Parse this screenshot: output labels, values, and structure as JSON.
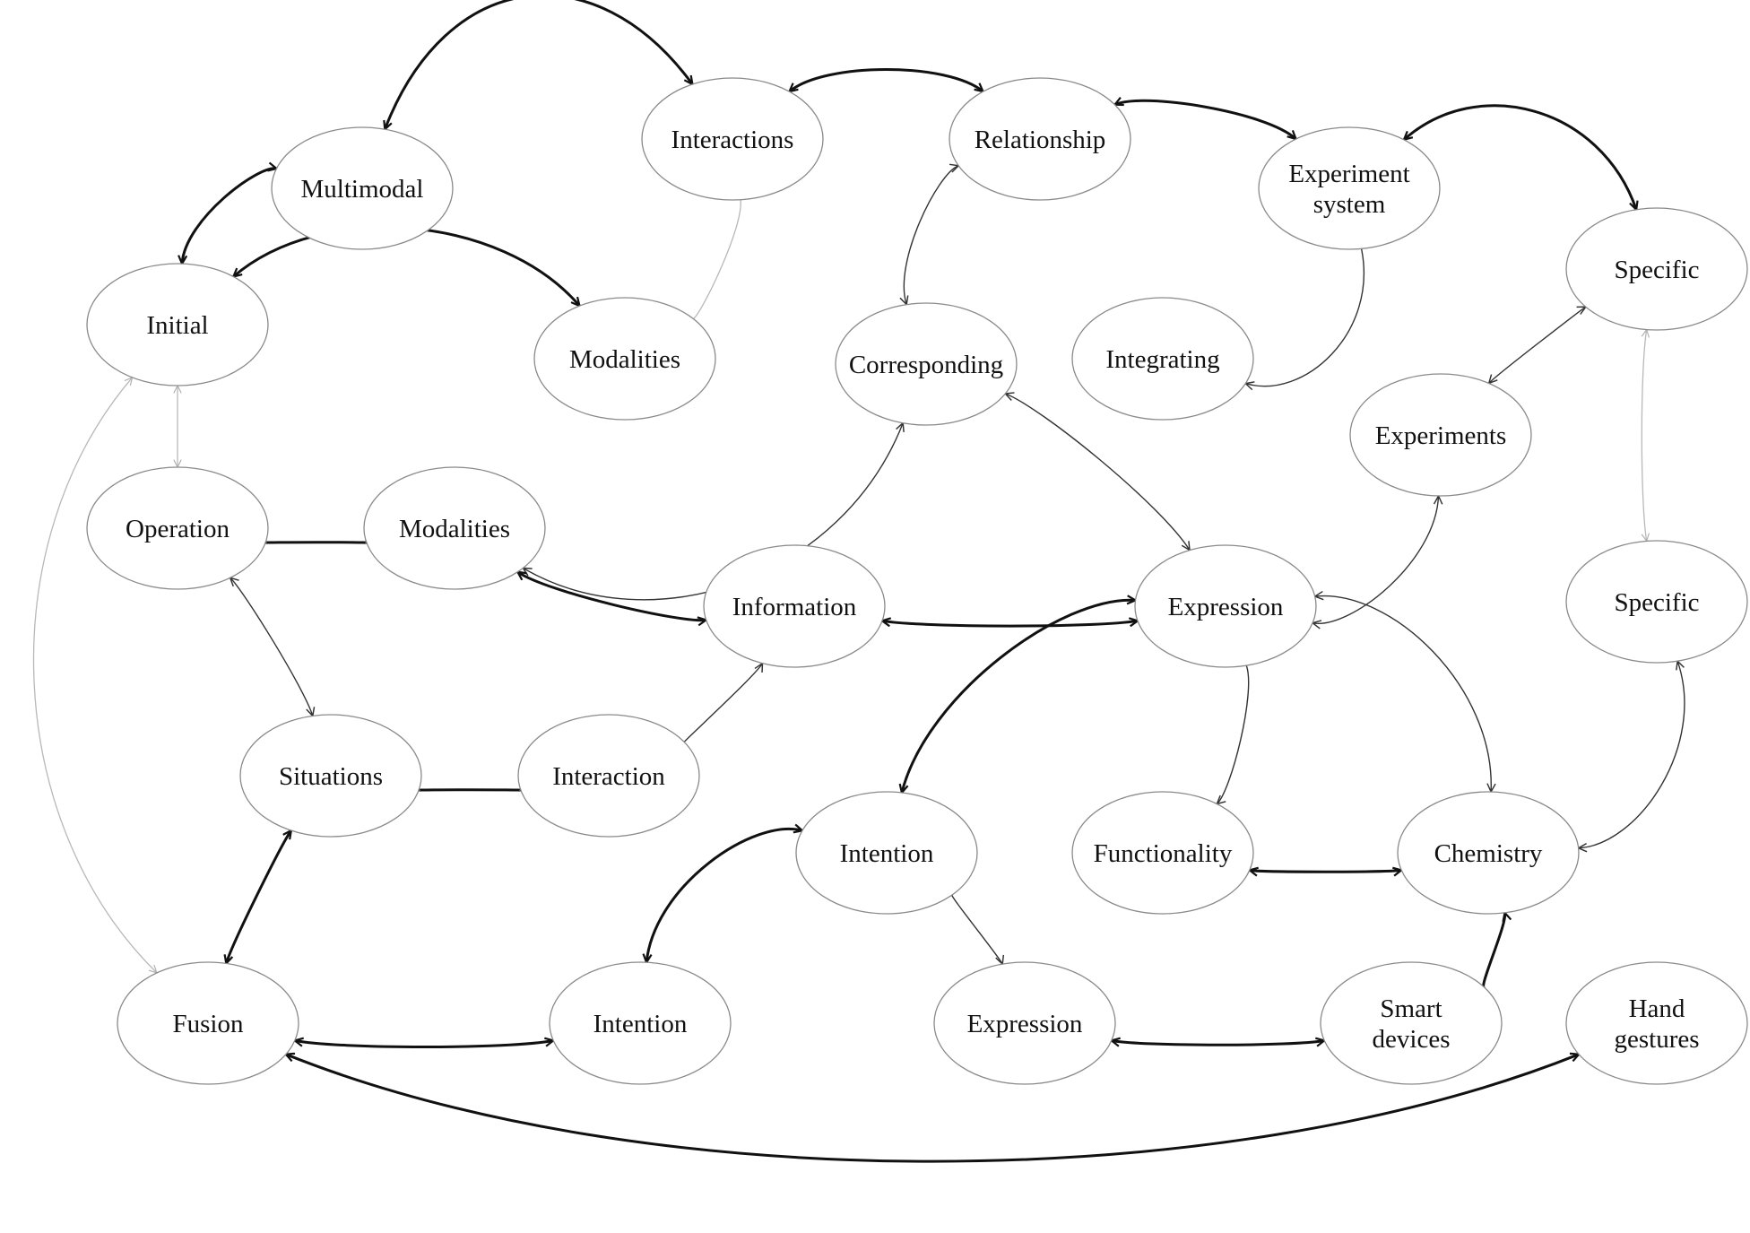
{
  "nodes": [
    {
      "id": "n_multimodal",
      "lines": [
        "Multimodal"
      ]
    },
    {
      "id": "n_interactions",
      "lines": [
        "Interactions"
      ]
    },
    {
      "id": "n_relationship",
      "lines": [
        "Relationship"
      ]
    },
    {
      "id": "n_experiment_system",
      "lines": [
        "Experiment",
        "system"
      ]
    },
    {
      "id": "n_specific_top",
      "lines": [
        "Specific"
      ]
    },
    {
      "id": "n_initial",
      "lines": [
        "Initial"
      ]
    },
    {
      "id": "n_modalities_top",
      "lines": [
        "Modalities"
      ]
    },
    {
      "id": "n_corresponding",
      "lines": [
        "Corresponding"
      ]
    },
    {
      "id": "n_integrating",
      "lines": [
        "Integrating"
      ]
    },
    {
      "id": "n_experiments",
      "lines": [
        "Experiments"
      ]
    },
    {
      "id": "n_operation",
      "lines": [
        "Operation"
      ]
    },
    {
      "id": "n_modalities_mid",
      "lines": [
        "Modalities"
      ]
    },
    {
      "id": "n_information",
      "lines": [
        "Information"
      ]
    },
    {
      "id": "n_expression_mid",
      "lines": [
        "Expression"
      ]
    },
    {
      "id": "n_specific_mid",
      "lines": [
        "Specific"
      ]
    },
    {
      "id": "n_situations",
      "lines": [
        "Situations"
      ]
    },
    {
      "id": "n_interaction",
      "lines": [
        "Interaction"
      ]
    },
    {
      "id": "n_intention_mid",
      "lines": [
        "Intention"
      ]
    },
    {
      "id": "n_functionality",
      "lines": [
        "Functionality"
      ]
    },
    {
      "id": "n_chemistry",
      "lines": [
        "Chemistry"
      ]
    },
    {
      "id": "n_fusion",
      "lines": [
        "Fusion"
      ]
    },
    {
      "id": "n_intention_bottom",
      "lines": [
        "Intention"
      ]
    },
    {
      "id": "n_expression_bottom",
      "lines": [
        "Expression"
      ]
    },
    {
      "id": "n_smart_devices",
      "lines": [
        "Smart",
        "devices"
      ]
    },
    {
      "id": "n_hand_gestures",
      "lines": [
        "Hand",
        "gestures"
      ]
    }
  ],
  "edges": [
    {
      "from": "n_multimodal",
      "to": "n_interactions",
      "style": "bold",
      "direction": "both"
    },
    {
      "from": "n_interactions",
      "to": "n_relationship",
      "style": "bold",
      "direction": "both"
    },
    {
      "from": "n_relationship",
      "to": "n_experiment_system",
      "style": "bold",
      "direction": "both"
    },
    {
      "from": "n_experiment_system",
      "to": "n_specific_top",
      "style": "bold",
      "direction": "both"
    },
    {
      "from": "n_multimodal",
      "to": "n_initial",
      "style": "bold",
      "direction": "both"
    },
    {
      "from": "n_initial",
      "to": "n_modalities_top",
      "style": "bold",
      "direction": "both"
    },
    {
      "from": "n_modalities_top",
      "to": "n_interactions",
      "style": "light",
      "direction": "none"
    },
    {
      "from": "n_corresponding",
      "to": "n_relationship",
      "style": "thin",
      "direction": "both"
    },
    {
      "from": "n_experiment_system",
      "to": "n_integrating",
      "style": "thin",
      "direction": "forward"
    },
    {
      "from": "n_specific_top",
      "to": "n_experiments",
      "style": "thin",
      "direction": "both"
    },
    {
      "from": "n_initial",
      "to": "n_operation",
      "style": "light",
      "direction": "both"
    },
    {
      "from": "n_initial",
      "to": "n_fusion",
      "style": "light",
      "direction": "both"
    },
    {
      "from": "n_operation",
      "to": "n_modalities_mid",
      "style": "bold",
      "direction": "both"
    },
    {
      "from": "n_modalities_mid",
      "to": "n_corresponding",
      "style": "thin",
      "direction": "both"
    },
    {
      "from": "n_modalities_mid",
      "to": "n_information",
      "style": "bold",
      "direction": "both"
    },
    {
      "from": "n_corresponding",
      "to": "n_expression_mid",
      "style": "thin",
      "direction": "both"
    },
    {
      "from": "n_information",
      "to": "n_expression_mid",
      "style": "bold",
      "direction": "both"
    },
    {
      "from": "n_expression_mid",
      "to": "n_experiments",
      "style": "thin",
      "direction": "both"
    },
    {
      "from": "n_specific_top",
      "to": "n_specific_mid",
      "style": "light",
      "direction": "both"
    },
    {
      "from": "n_operation",
      "to": "n_situations",
      "style": "thin",
      "direction": "both"
    },
    {
      "from": "n_situations",
      "to": "n_interaction",
      "style": "bold",
      "direction": "both"
    },
    {
      "from": "n_interaction",
      "to": "n_information",
      "style": "thin",
      "direction": "both"
    },
    {
      "from": "n_expression_mid",
      "to": "n_intention_mid",
      "style": "bold",
      "direction": "both"
    },
    {
      "from": "n_expression_mid",
      "to": "n_functionality",
      "style": "thin",
      "direction": "forward"
    },
    {
      "from": "n_expression_mid",
      "to": "n_chemistry",
      "style": "thin",
      "direction": "both"
    },
    {
      "from": "n_specific_mid",
      "to": "n_chemistry",
      "style": "thin",
      "direction": "both"
    },
    {
      "from": "n_functionality",
      "to": "n_chemistry",
      "style": "bold",
      "direction": "both"
    },
    {
      "from": "n_situations",
      "to": "n_fusion",
      "style": "bold",
      "direction": "both"
    },
    {
      "from": "n_fusion",
      "to": "n_intention_bottom",
      "style": "bold",
      "direction": "both"
    },
    {
      "from": "n_intention_bottom",
      "to": "n_intention_mid",
      "style": "bold",
      "direction": "both"
    },
    {
      "from": "n_intention_mid",
      "to": "n_expression_bottom",
      "style": "thin",
      "direction": "both"
    },
    {
      "from": "n_expression_bottom",
      "to": "n_smart_devices",
      "style": "bold",
      "direction": "both"
    },
    {
      "from": "n_chemistry",
      "to": "n_smart_devices",
      "style": "bold",
      "direction": "both"
    },
    {
      "from": "n_fusion",
      "to": "n_hand_gestures",
      "style": "bold",
      "direction": "both"
    }
  ]
}
